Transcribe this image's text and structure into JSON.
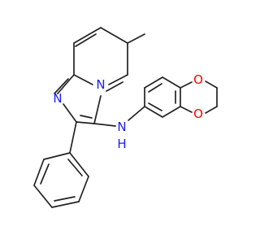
{
  "diagram": {
    "type": "skeletal-structure",
    "bond_color": "#222222",
    "atom_colors": {
      "N": "#1a1aff",
      "O": "#ff0000"
    }
  },
  "atom_labels": {
    "n_ring": "N",
    "n_imidazole": "N",
    "n_amine": "N",
    "h_amine": "H",
    "o_upper": "O",
    "o_lower": "O"
  }
}
